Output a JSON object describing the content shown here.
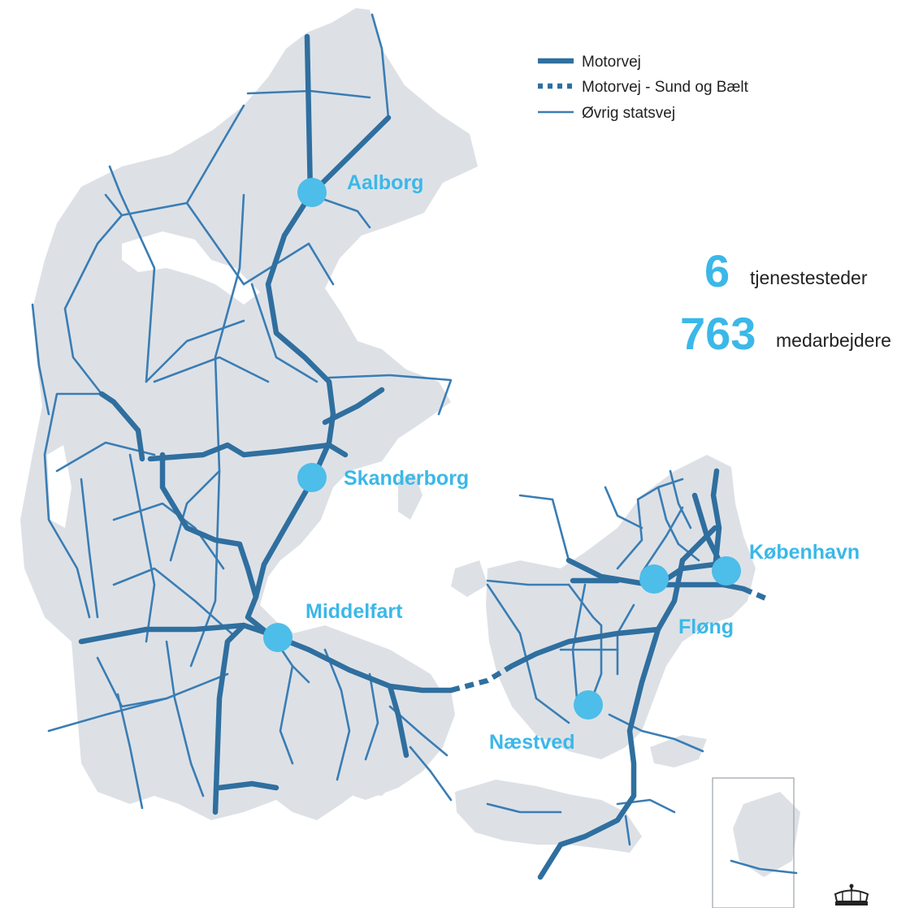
{
  "legend": {
    "motorway": "Motorvej",
    "motorway_bridge": "Motorvej - Sund og Bælt",
    "state_road": "Øvrig statsvej"
  },
  "stats": [
    {
      "number": "6",
      "label": "tjenestesteder"
    },
    {
      "number": "763",
      "label": "medarbejdere"
    }
  ],
  "cities": [
    {
      "name": "Aalborg"
    },
    {
      "name": "Skanderborg"
    },
    {
      "name": "Middelfart"
    },
    {
      "name": "København"
    },
    {
      "name": "Fløng"
    },
    {
      "name": "Næstved"
    }
  ],
  "icons": {
    "crown": "crown-icon"
  },
  "colors": {
    "land": "#dde1e6",
    "motorway": "#2f6f9f",
    "state_road": "#3a7db4",
    "city_marker": "#4dbde9",
    "highlight_text": "#3bb8e8"
  }
}
